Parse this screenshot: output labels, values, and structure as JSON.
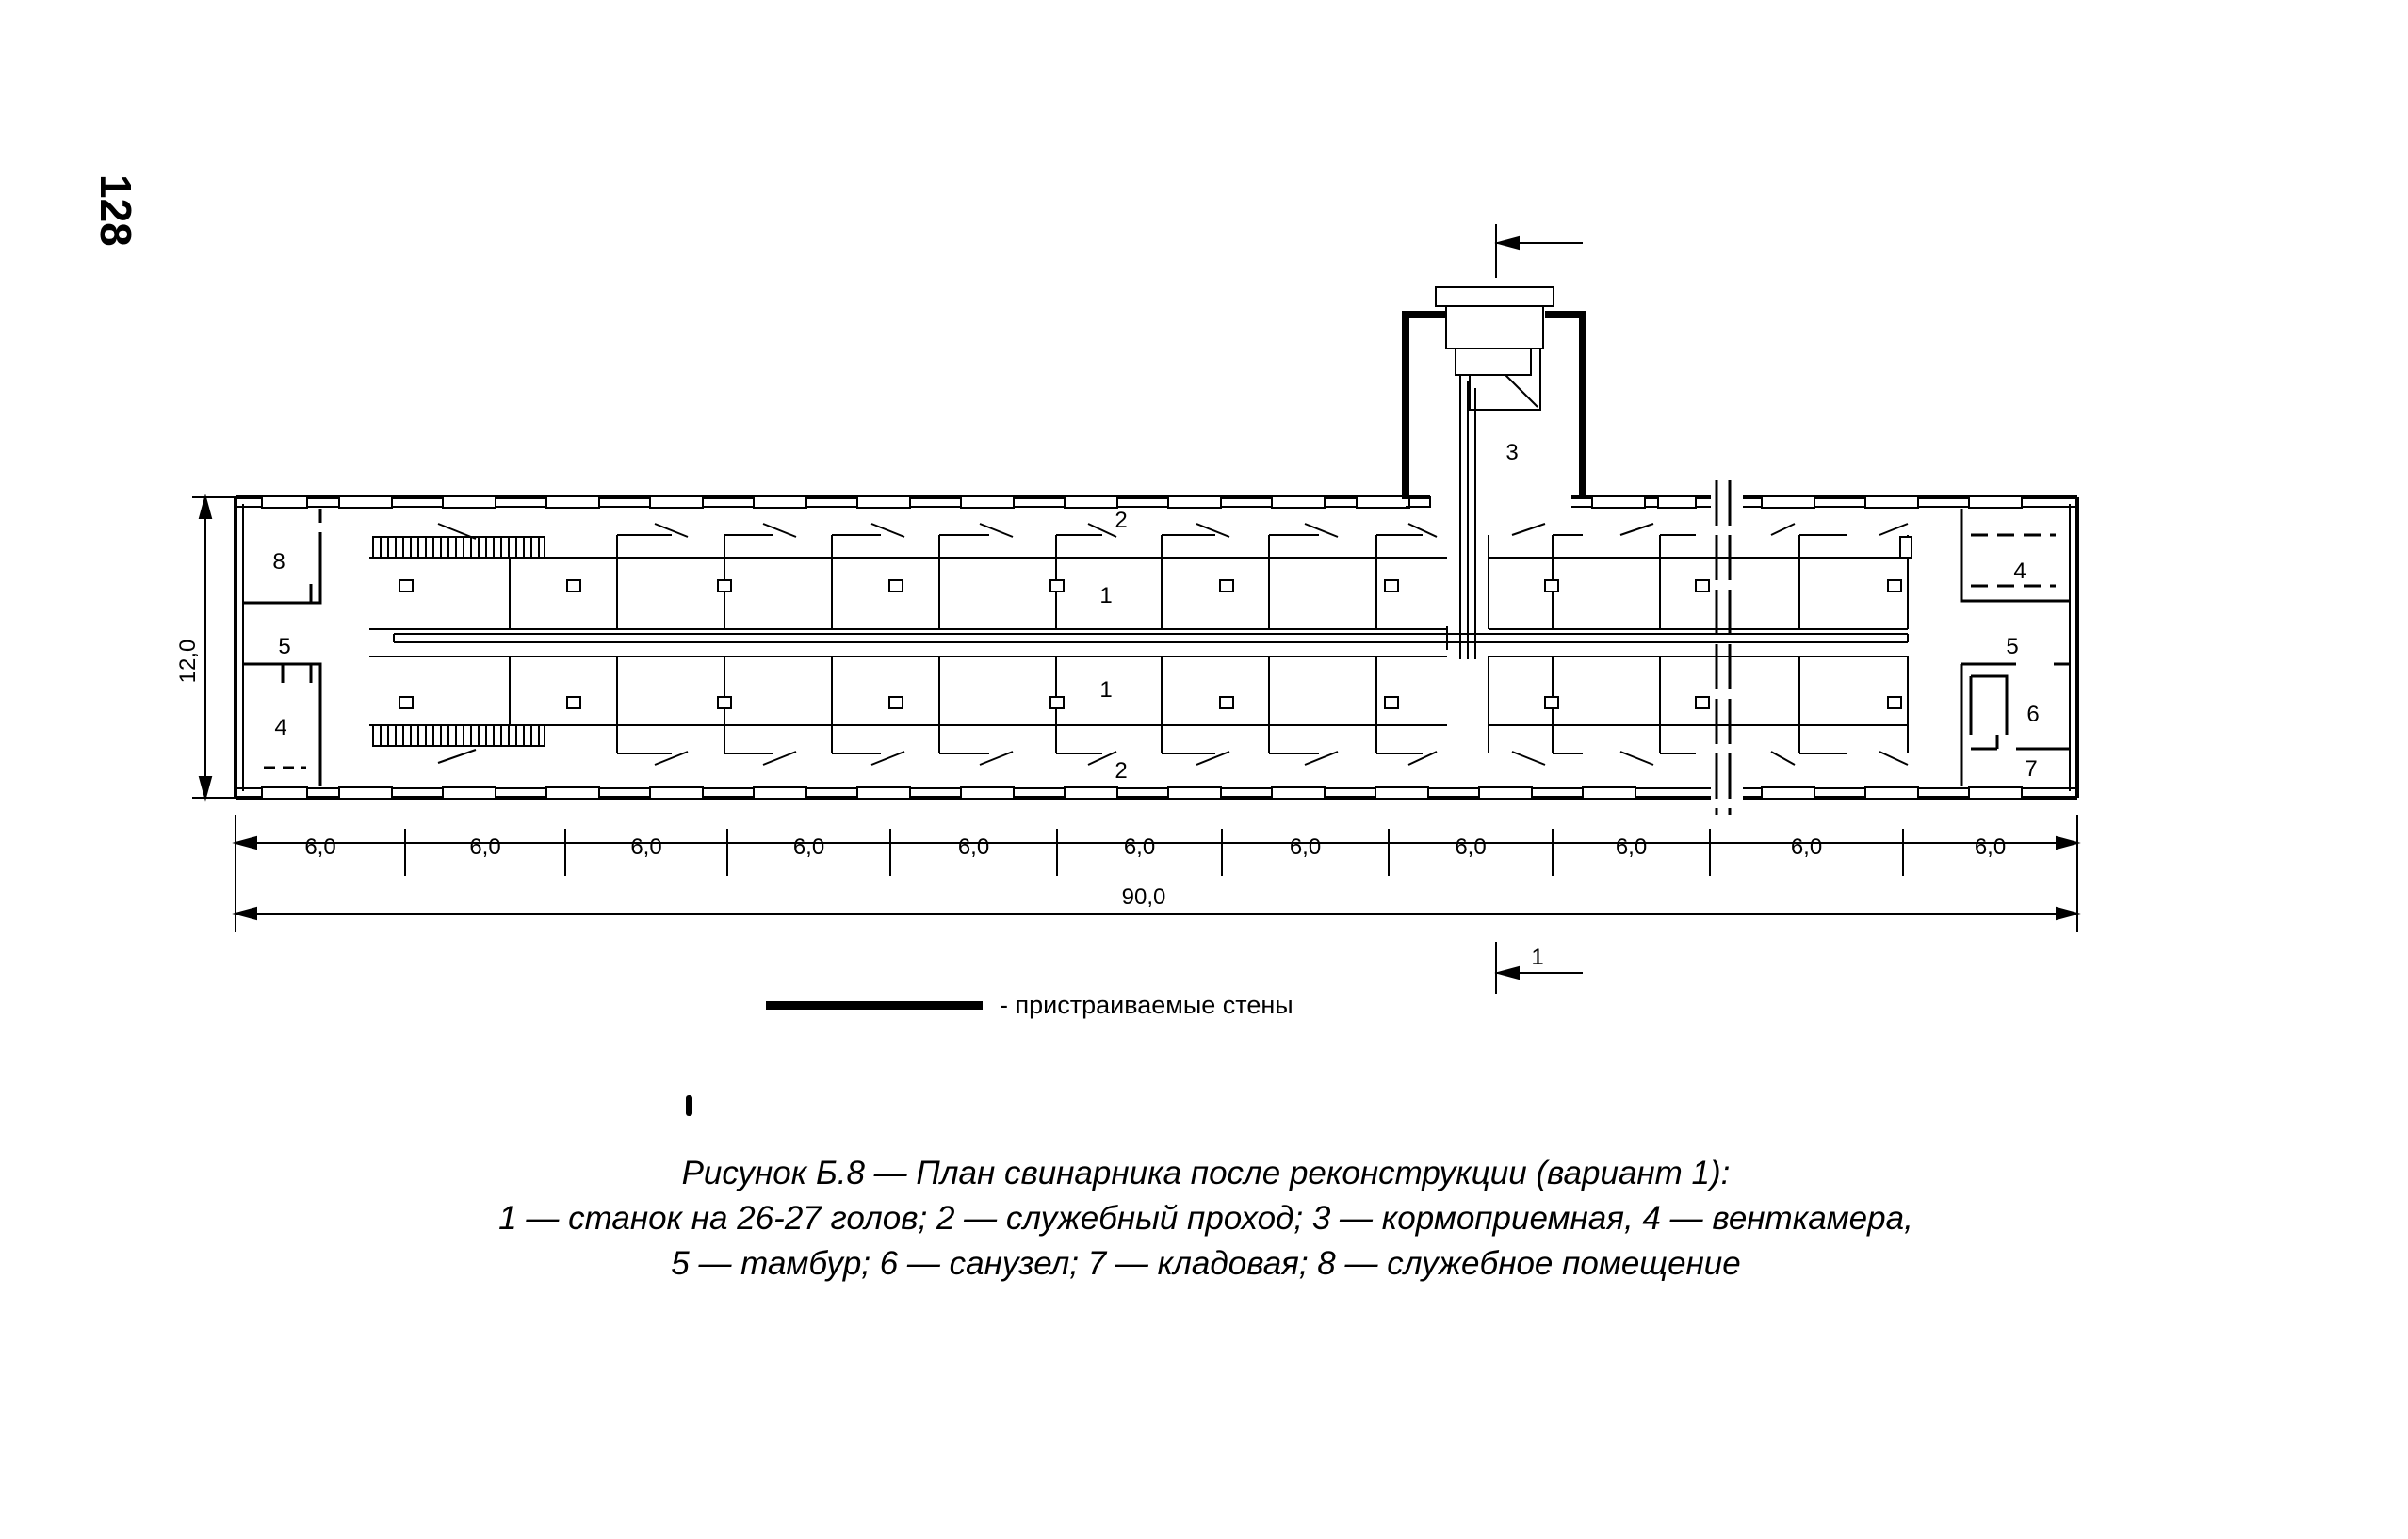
{
  "page_number": "128",
  "labels": {
    "room_8": "8",
    "room_5_left": "5",
    "room_4_left": "4",
    "stall_1_top": "1",
    "stall_1_bottom": "1",
    "passage_2_top": "2",
    "passage_2_bottom": "2",
    "feed_room_3": "3",
    "room_4_right": "4",
    "room_5_right": "5",
    "room_6": "6",
    "room_7": "7",
    "width_dim": "12,0",
    "total_length": "90,0",
    "section_mark": "1"
  },
  "bay_dimensions": [
    "6,0",
    "6,0",
    "6,0",
    "6,0",
    "6,0",
    "6,0",
    "6,0",
    "6,0",
    "6,0",
    "6,0",
    "6,0"
  ],
  "legend": {
    "text": "- пристраиваемые стены"
  },
  "caption": {
    "line1": "Рисунок Б.8 — План свинарника после реконструкции (вариант 1):",
    "line2": "1 — станок на 26-27 голов; 2 — служебный проход; 3 — кормоприемная, 4 — венткамера,",
    "line3": "5 — тамбур; 6 — санузел; 7 — кладовая; 8 — служебное помещение"
  }
}
